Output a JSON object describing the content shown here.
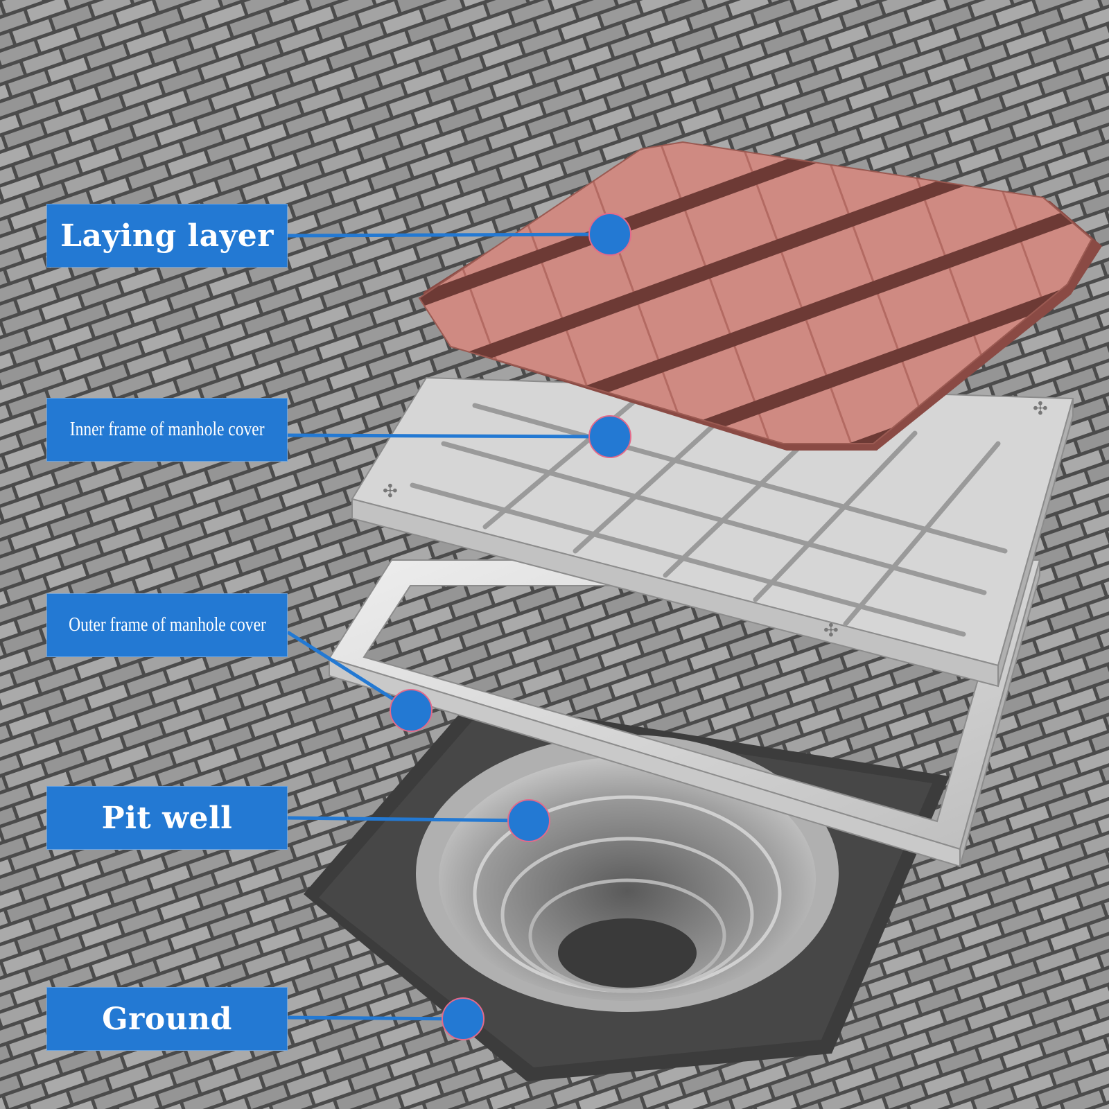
{
  "labels": {
    "laying_layer": "Laying layer",
    "inner_frame": "Inner frame of manhole cover",
    "outer_frame": "Outer frame of manhole cover",
    "pit_well": "Pit well",
    "ground": "Ground"
  },
  "colors": {
    "label_fill": "#2379d3",
    "label_text": "#ffffff",
    "leader_line": "#2379d3",
    "marker_dot": "#2379d3",
    "brick_gray": "#9c9c9c",
    "mortar_dark": "#4a4a4a",
    "laying_layer_red": "#c97b73",
    "steel_frame": "#d8d8d8"
  }
}
